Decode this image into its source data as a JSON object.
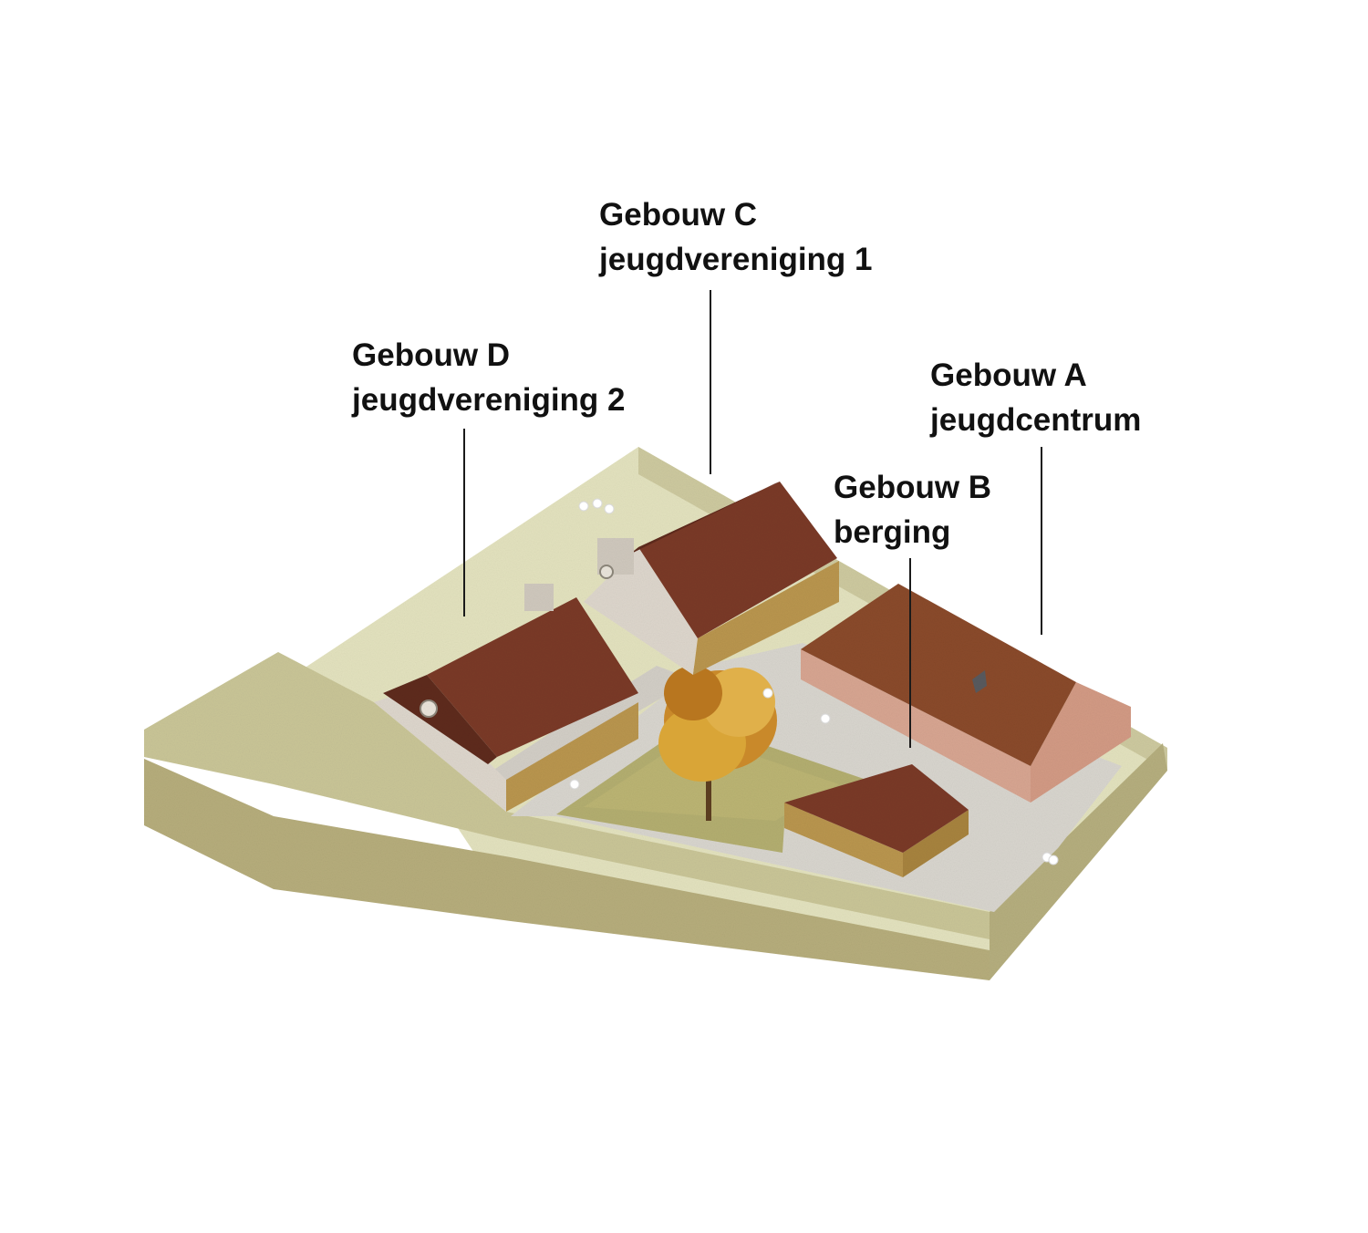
{
  "labels": {
    "gebouw_c": {
      "title": "Gebouw C",
      "subtitle": "jeugdvereniging 1"
    },
    "gebouw_d": {
      "title": "Gebouw D",
      "subtitle": "jeugdvereniging 2"
    },
    "gebouw_a": {
      "title": "Gebouw A",
      "subtitle": "jeugdcentrum"
    },
    "gebouw_b": {
      "title": "Gebouw B",
      "subtitle": "berging"
    }
  },
  "colors": {
    "ground": "#c8c79a",
    "ground_side": "#b9b283",
    "ground_light": "#e3e2be",
    "paving": "#d6d3cc",
    "lawn": "#b7b27a",
    "roof": "#7a3a27",
    "roof_dark": "#5e2a1c",
    "roof_a": "#8a4a2a",
    "stucco": "#ddd6cc",
    "brick": "#d7a591",
    "timber": "#b9954e",
    "tree": "#d49a2a",
    "text": "#111111"
  }
}
